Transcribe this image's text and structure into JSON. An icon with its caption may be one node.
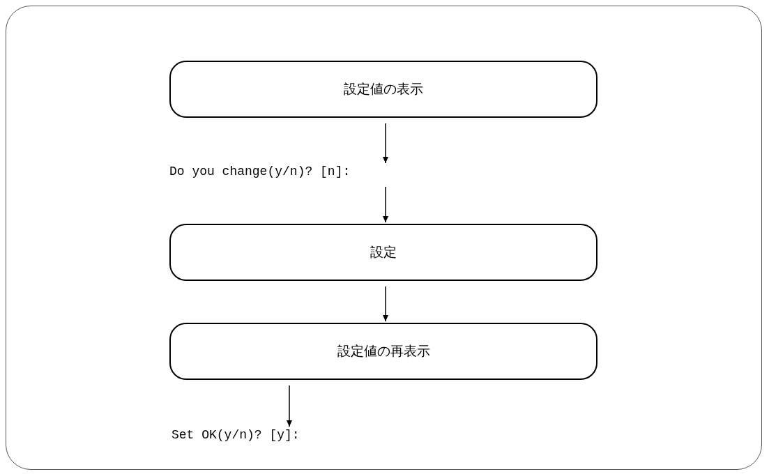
{
  "diagram": {
    "nodes": [
      {
        "text": [
          "設定値の表示"
        ]
      },
      {
        "text": [
          "Do you change(y/n)? [n]:"
        ]
      },
      {
        "text": [
          "設定"
        ]
      },
      {
        "text": [
          "設定値の再表示"
        ]
      },
      {
        "text": [
          "Set OK(y/n)? [y]:"
        ]
      }
    ],
    "edges": [
      {
        "from": 0,
        "to": 1,
        "arrow": "to"
      },
      {
        "from": 1,
        "to": 2,
        "arrow": "to"
      },
      {
        "from": 2,
        "to": 3,
        "arrow": "to"
      },
      {
        "from": 3,
        "to": 4,
        "arrow": "to"
      }
    ]
  }
}
